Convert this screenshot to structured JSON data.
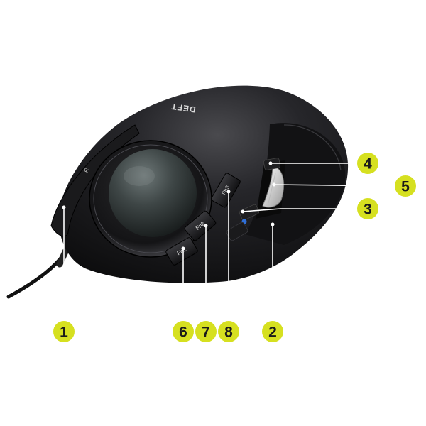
{
  "product": {
    "logo": "DEFT",
    "left_button_mark": "R"
  },
  "fn_keys": [
    {
      "label": "Fn1"
    },
    {
      "label": "Fn2"
    },
    {
      "label": "Fn3"
    }
  ],
  "callouts": [
    {
      "number": "1"
    },
    {
      "number": "2"
    },
    {
      "number": "3"
    },
    {
      "number": "4"
    },
    {
      "number": "5"
    },
    {
      "number": "6"
    },
    {
      "number": "7"
    },
    {
      "number": "8"
    }
  ],
  "colors": {
    "callout_fill": "#d6e020",
    "callout_text": "#1a1a1a",
    "leader_line": "#ffffff",
    "mouse_body": "#1c1c1e",
    "trackball": "#3a4040",
    "scroll_wheel": "#e6e6e6"
  }
}
